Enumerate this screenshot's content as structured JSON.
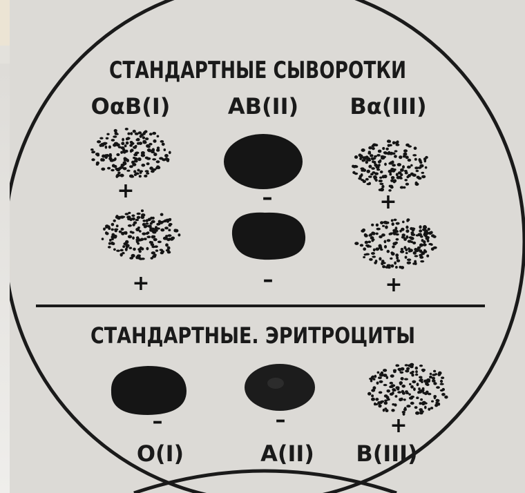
{
  "sera_section": {
    "title": "СТАНДАРТНЫЕ СЫВОРОТКИ",
    "columns": [
      "OαB(I)",
      "AB(II)",
      "Bα(III)"
    ],
    "rows": [
      [
        {
          "pattern": "dotted",
          "sign": "+"
        },
        {
          "pattern": "solid",
          "sign": "–"
        },
        {
          "pattern": "dotted",
          "sign": "+"
        }
      ],
      [
        {
          "pattern": "dotted",
          "sign": "+"
        },
        {
          "pattern": "solid",
          "sign": "–"
        },
        {
          "pattern": "dotted",
          "sign": "+"
        }
      ]
    ]
  },
  "erythrocytes_section": {
    "title": "СТАНДАРТНЫЕ. ЭРИТРОЦИТЫ",
    "samples": [
      {
        "pattern": "solid",
        "sign": "–",
        "label": "O(I)"
      },
      {
        "pattern": "solid",
        "sign": "–",
        "label": "A(II)"
      },
      {
        "pattern": "dotted",
        "sign": "+",
        "label": "B(III)"
      }
    ]
  },
  "colors": {
    "ink": "#1a1a1a",
    "paper": "#dcdad6",
    "corner_tab": "#ece4d4"
  }
}
